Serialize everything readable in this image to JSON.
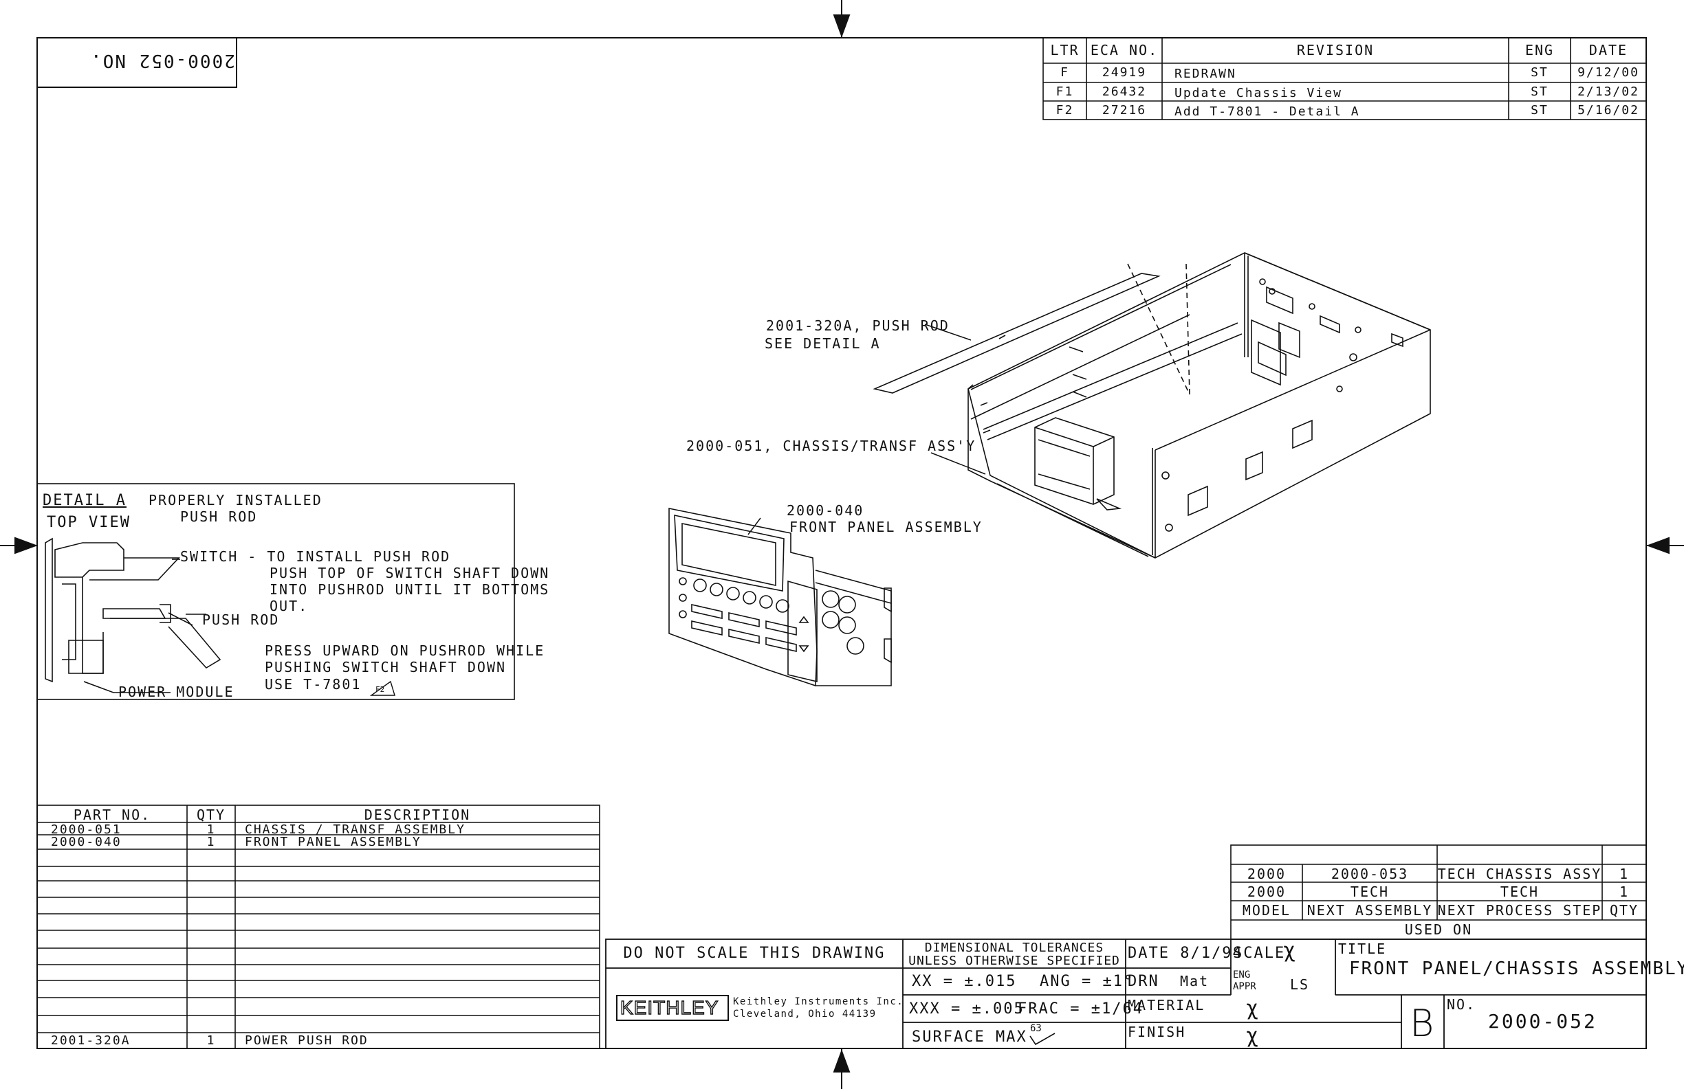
{
  "drawing_number_box": {
    "label": "NO.",
    "value": "2000-052"
  },
  "revision_table": {
    "headers": {
      "ltr": "LTR",
      "eca": "ECA NO.",
      "revision": "REVISION",
      "eng": "ENG",
      "date": "DATE"
    },
    "rows": [
      {
        "ltr": "F",
        "eca": "24919",
        "revision": "REDRAWN",
        "eng": "ST",
        "date": "9/12/00"
      },
      {
        "ltr": "F1",
        "eca": "26432",
        "revision": "Update Chassis View",
        "eng": "ST",
        "date": "2/13/02"
      },
      {
        "ltr": "F2",
        "eca": "27216",
        "revision": "Add T-7801 - Detail A",
        "eng": "ST",
        "date": "5/16/02"
      }
    ]
  },
  "callouts": {
    "push_rod_line1": "2001-320A, PUSH ROD",
    "push_rod_line2": "SEE DETAIL A",
    "chassis": "2000-051, CHASSIS/TRANSF ASS'Y",
    "front_panel_line1": "2000-040",
    "front_panel_line2": "FRONT PANEL ASSEMBLY"
  },
  "detail_a": {
    "title": "DETAIL A",
    "subtitle": "TOP VIEW",
    "installed_line1": "PROPERLY INSTALLED",
    "installed_line2": "PUSH ROD",
    "switch_line1": "SWITCH - TO INSTALL PUSH ROD",
    "switch_line2": "PUSH TOP OF SWITCH SHAFT DOWN",
    "switch_line3": "INTO PUSHROD UNTIL IT BOTTOMS",
    "switch_line4": "OUT.",
    "push_rod_label": "PUSH ROD",
    "press_line1": "PRESS UPWARD ON PUSHROD WHILE",
    "press_line2": "PUSHING SWITCH SHAFT DOWN",
    "press_line3": "USE T-7801",
    "revision_flag": "F2",
    "power_module": "POWER MODULE"
  },
  "parts_list": {
    "headers": {
      "part": "PART NO.",
      "qty": "QTY",
      "desc": "DESCRIPTION"
    },
    "rows": [
      {
        "part": "2000-051",
        "qty": "1",
        "desc": "CHASSIS / TRANSF ASSEMBLY"
      },
      {
        "part": "2000-040",
        "qty": "1",
        "desc": "FRONT PANEL ASSEMBLY"
      }
    ],
    "last_row": {
      "part": "2001-320A",
      "qty": "1",
      "desc": "POWER PUSH ROD"
    }
  },
  "used_on": {
    "rows": [
      {
        "model": "2000",
        "next_assembly": "2000-053",
        "next_process": "TECH CHASSIS ASSY",
        "qty": "1"
      },
      {
        "model": "2000",
        "next_assembly": "TECH",
        "next_process": "TECH",
        "qty": "1"
      }
    ],
    "headers": {
      "model": "MODEL",
      "next_assembly": "NEXT ASSEMBLY",
      "next_process": "NEXT PROCESS STEP",
      "qty": "QTY"
    },
    "caption": "USED ON"
  },
  "title_block": {
    "do_not_scale": "DO NOT SCALE THIS DRAWING",
    "tol_line1": "DIMENSIONAL TOLERANCES",
    "tol_line2": "UNLESS OTHERWISE SPECIFIED",
    "tol_xx": "XX = ±.015",
    "tol_ang": "ANG = ±1°",
    "tol_xxx": "XXX = ±.005",
    "tol_frac": "FRAC = ±1/64",
    "surface": "SURFACE MAX",
    "surface_value": "63",
    "date": "DATE 8/1/94",
    "drn_label": "DRN",
    "drn_value": "Mat",
    "scale_label": "SCALE",
    "scale_value": "χ",
    "eng_label": "ENG",
    "appr_label": "APPR",
    "eng_appr_value": "LS",
    "material_label": "MATERIAL",
    "material_value": "χ",
    "finish_label": "FINISH",
    "finish_value": "χ",
    "title_label": "TITLE",
    "title": "FRONT PANEL/CHASSIS ASSEMBLY",
    "size": "B",
    "no_label": "NO.",
    "no_value": "2000-052",
    "logo": "KEITHLEY",
    "company_line1": "Keithley Instruments Inc.",
    "company_line2": "Cleveland, Ohio 44139"
  }
}
